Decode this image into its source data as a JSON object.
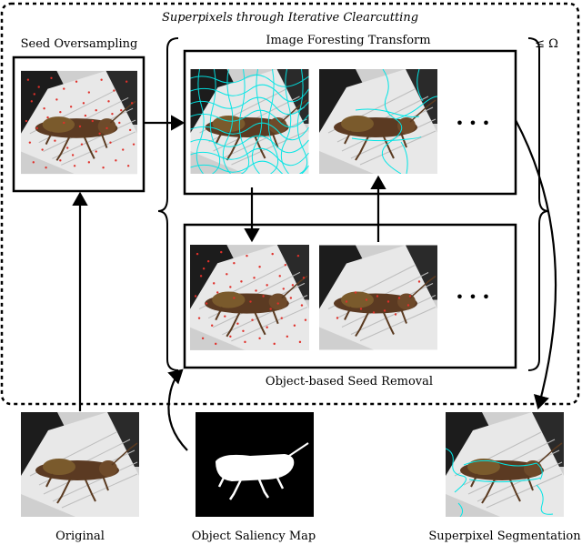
{
  "title": "Superpixels through Iterative Clearcutting",
  "labels": {
    "seed_oversampling": "Seed Oversampling",
    "ift": "Image Foresting Transform",
    "seed_removal": "Object-based Seed Removal",
    "iterations": "≤ Ω",
    "original": "Original",
    "saliency": "Object Saliency Map",
    "segmentation": "Superpixel Segmentation",
    "ellipsis_top": "• • •",
    "ellipsis_bottom": "• • •"
  },
  "colors": {
    "seed_red": "#e0302a",
    "boundary_cyan": "#00e5e5",
    "line": "#000000"
  },
  "icons": {
    "image": "grasshopper-photo",
    "mask": "saliency-mask"
  }
}
